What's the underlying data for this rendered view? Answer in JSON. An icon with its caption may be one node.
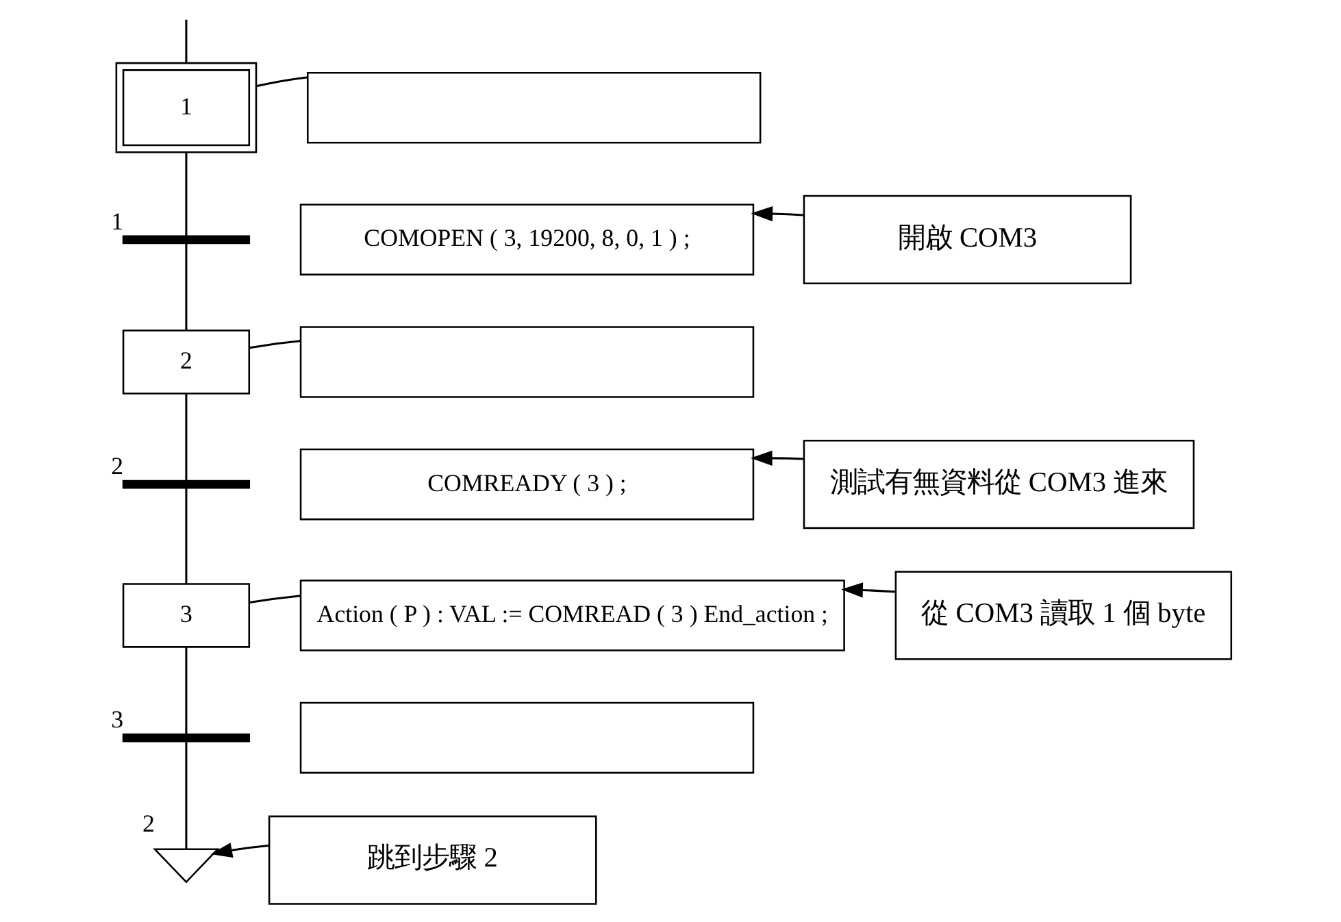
{
  "diagram": {
    "nodes": [
      {
        "text": [
          "1"
        ]
      },
      {
        "text": [],
        "shape": "box"
      },
      {
        "text": [],
        "shape": "bar",
        "beside": [
          "1"
        ]
      },
      {
        "text": [
          "COMOPEN ( 3, 19200, 8, 0, 1 ) ;"
        ]
      },
      {
        "text": [
          "2"
        ]
      },
      {
        "text": [],
        "shape": "box"
      },
      {
        "text": [],
        "shape": "bar",
        "beside": [
          "2"
        ]
      },
      {
        "text": [
          "COMREADY ( 3 ) ;"
        ]
      },
      {
        "text": [
          "3"
        ]
      },
      {
        "text": [
          "Action ( P ) : VAL := COMREAD ( 3 ) End_action ;"
        ]
      },
      {
        "text": [],
        "shape": "bar",
        "beside": [
          "3"
        ]
      },
      {
        "text": [],
        "shape": "box"
      },
      {
        "text": [],
        "shape": "chevron",
        "beside": [
          "2"
        ]
      },
      {
        "text": [
          "開啟 COM3"
        ]
      },
      {
        "text": [
          "測試有無資料從 COM3 進來"
        ]
      },
      {
        "text": [
          "從 COM3 讀取 1 個 byte"
        ]
      },
      {
        "text": [
          "跳到步驟 2"
        ]
      }
    ],
    "edges": [
      {
        "from": null,
        "to": 0,
        "arrow": "none"
      },
      {
        "from": 0,
        "to": 1,
        "arrow": "none"
      },
      {
        "from": 0,
        "to": 2,
        "arrow": "none"
      },
      {
        "from": 2,
        "to": 4,
        "arrow": "none"
      },
      {
        "from": 4,
        "to": 5,
        "arrow": "none"
      },
      {
        "from": 4,
        "to": 6,
        "arrow": "none"
      },
      {
        "from": 6,
        "to": 8,
        "arrow": "none"
      },
      {
        "from": 8,
        "to": 9,
        "arrow": "none"
      },
      {
        "from": 8,
        "to": 10,
        "arrow": "none"
      },
      {
        "from": 10,
        "to": 12,
        "arrow": "none"
      },
      {
        "from": 13,
        "to": 3,
        "arrow": "to"
      },
      {
        "from": 14,
        "to": 7,
        "arrow": "to"
      },
      {
        "from": 15,
        "to": 9,
        "arrow": "to"
      },
      {
        "from": 16,
        "to": 12,
        "arrow": "to"
      }
    ]
  }
}
